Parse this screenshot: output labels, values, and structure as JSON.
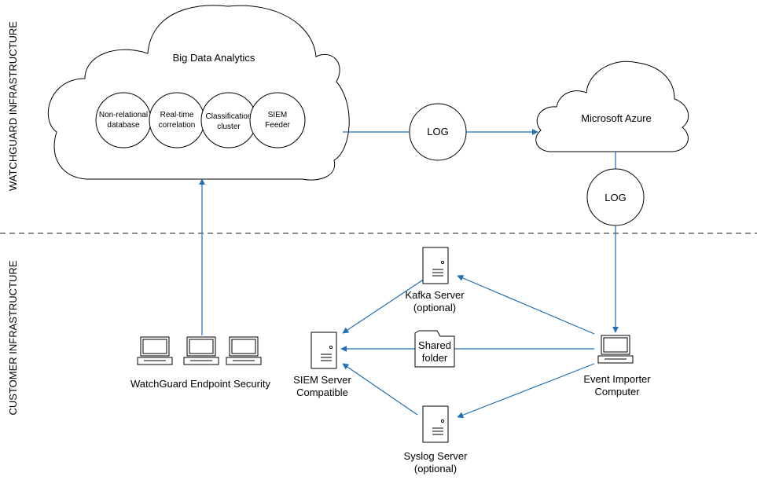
{
  "zones": {
    "top_label": "WATCHGUARD INFRASTRUCTURE",
    "bottom_label": "CUSTOMER INFRASTRUCTURE"
  },
  "big_data": {
    "title": "Big Data Analytics",
    "components": [
      {
        "line1": "Non-relational",
        "line2": "database"
      },
      {
        "line1": "Real-time",
        "line2": "correlation"
      },
      {
        "line1": "Classification",
        "line2": "cluster"
      },
      {
        "line1": "SIEM",
        "line2": "Feeder"
      }
    ]
  },
  "log_nodes": [
    "LOG",
    "LOG"
  ],
  "azure": {
    "label": "Microsoft Azure"
  },
  "endpoint": {
    "label": "WatchGuard Endpoint Security"
  },
  "siem": {
    "line1": "SIEM Server",
    "line2": "Compatible"
  },
  "kafka": {
    "line1": "Kafka Server",
    "line2": "(optional)"
  },
  "shared": {
    "line1": "Shared",
    "line2": "folder"
  },
  "syslog": {
    "line1": "Syslog Server",
    "line2": "(optional)"
  },
  "importer": {
    "line1": "Event Importer",
    "line2": "Computer"
  },
  "colors": {
    "edge": "#1f6fb5",
    "ink": "#000000",
    "divider": "#666666"
  }
}
